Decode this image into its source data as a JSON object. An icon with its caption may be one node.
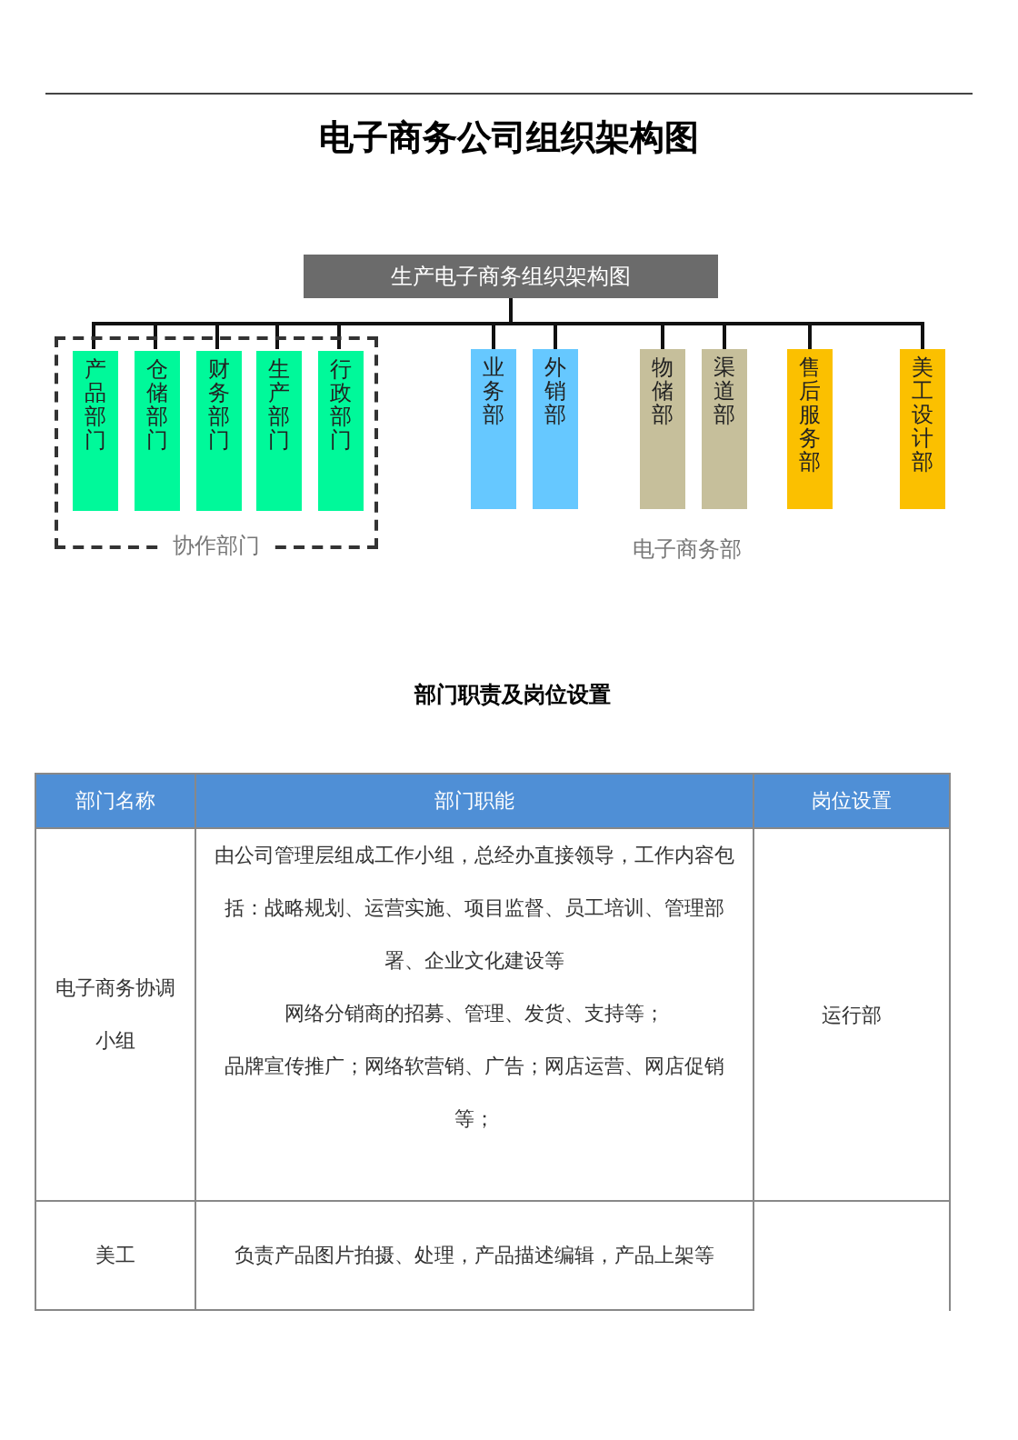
{
  "diagram": {
    "title": "电子商务公司组织架构图",
    "nodes": [
      {
        "text": [
          "生产电子商务组织架构图"
        ]
      },
      {
        "text": [
          "协作部门"
        ]
      },
      {
        "text": [
          "产品部门"
        ],
        "in": 1
      },
      {
        "text": [
          "仓储部门"
        ],
        "in": 1
      },
      {
        "text": [
          "财务部门"
        ],
        "in": 1
      },
      {
        "text": [
          "生产部门"
        ],
        "in": 1
      },
      {
        "text": [
          "行政部门"
        ],
        "in": 1
      },
      {
        "text": [
          "业务部"
        ]
      },
      {
        "text": [
          "外销部"
        ]
      },
      {
        "text": [
          "物储部"
        ]
      },
      {
        "text": [
          "渠道部"
        ]
      },
      {
        "text": [
          "售后服务部"
        ]
      },
      {
        "text": [
          "美工设计部"
        ]
      }
    ],
    "edges": [
      {
        "from": 0,
        "to": 2,
        "arrow": "none"
      },
      {
        "from": 0,
        "to": 3,
        "arrow": "none"
      },
      {
        "from": 0,
        "to": 4,
        "arrow": "none"
      },
      {
        "from": 0,
        "to": 5,
        "arrow": "none"
      },
      {
        "from": 0,
        "to": 6,
        "arrow": "none"
      },
      {
        "from": 0,
        "to": 7,
        "arrow": "none"
      },
      {
        "from": 0,
        "to": 8,
        "arrow": "none"
      },
      {
        "from": 0,
        "to": 9,
        "arrow": "none"
      },
      {
        "from": 0,
        "to": 10,
        "arrow": "none"
      },
      {
        "from": 0,
        "to": 11,
        "arrow": "none"
      },
      {
        "from": 0,
        "to": 12,
        "arrow": "none"
      }
    ],
    "labels": [
      "电子商务部",
      "部门职责及岗位设置",
      "部门名称",
      "部门职能",
      "岗位设置",
      "电子商务协调小组",
      "由公司管理层组成工作小组，总经办直接领导，工作内容包括：战略规划、运营实施、项目监督、员工培训、管理部署、企业文化建设等",
      "网络分销商的招募、管理、发货、支持等；",
      "品牌宣传推广；网络软营销、广告；网店运营、网店促销等；",
      "运行部",
      "美工",
      "负责产品图片拍摄、处理，产品描述编辑，产品上架等"
    ]
  }
}
